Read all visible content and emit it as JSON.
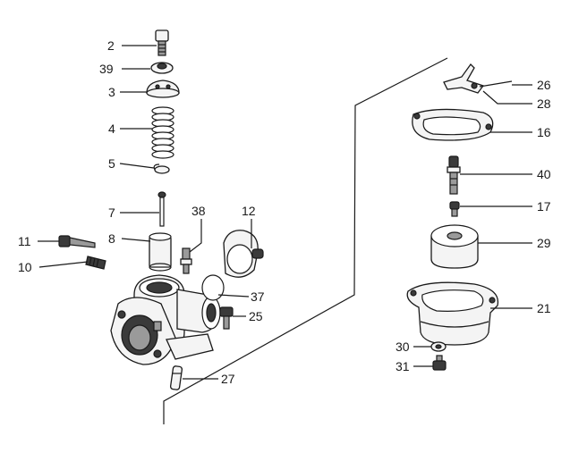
{
  "diagram": {
    "labels": {
      "p2": "2",
      "p39": "39",
      "p3": "3",
      "p4": "4",
      "p5": "5",
      "p7": "7",
      "p8": "8",
      "p38": "38",
      "p12": "12",
      "p11": "11",
      "p10": "10",
      "p37": "37",
      "p25": "25",
      "p27": "27",
      "p26": "26",
      "p28": "28",
      "p16": "16",
      "p40": "40",
      "p17": "17",
      "p29": "29",
      "p21": "21",
      "p30": "30",
      "p31": "31"
    }
  }
}
